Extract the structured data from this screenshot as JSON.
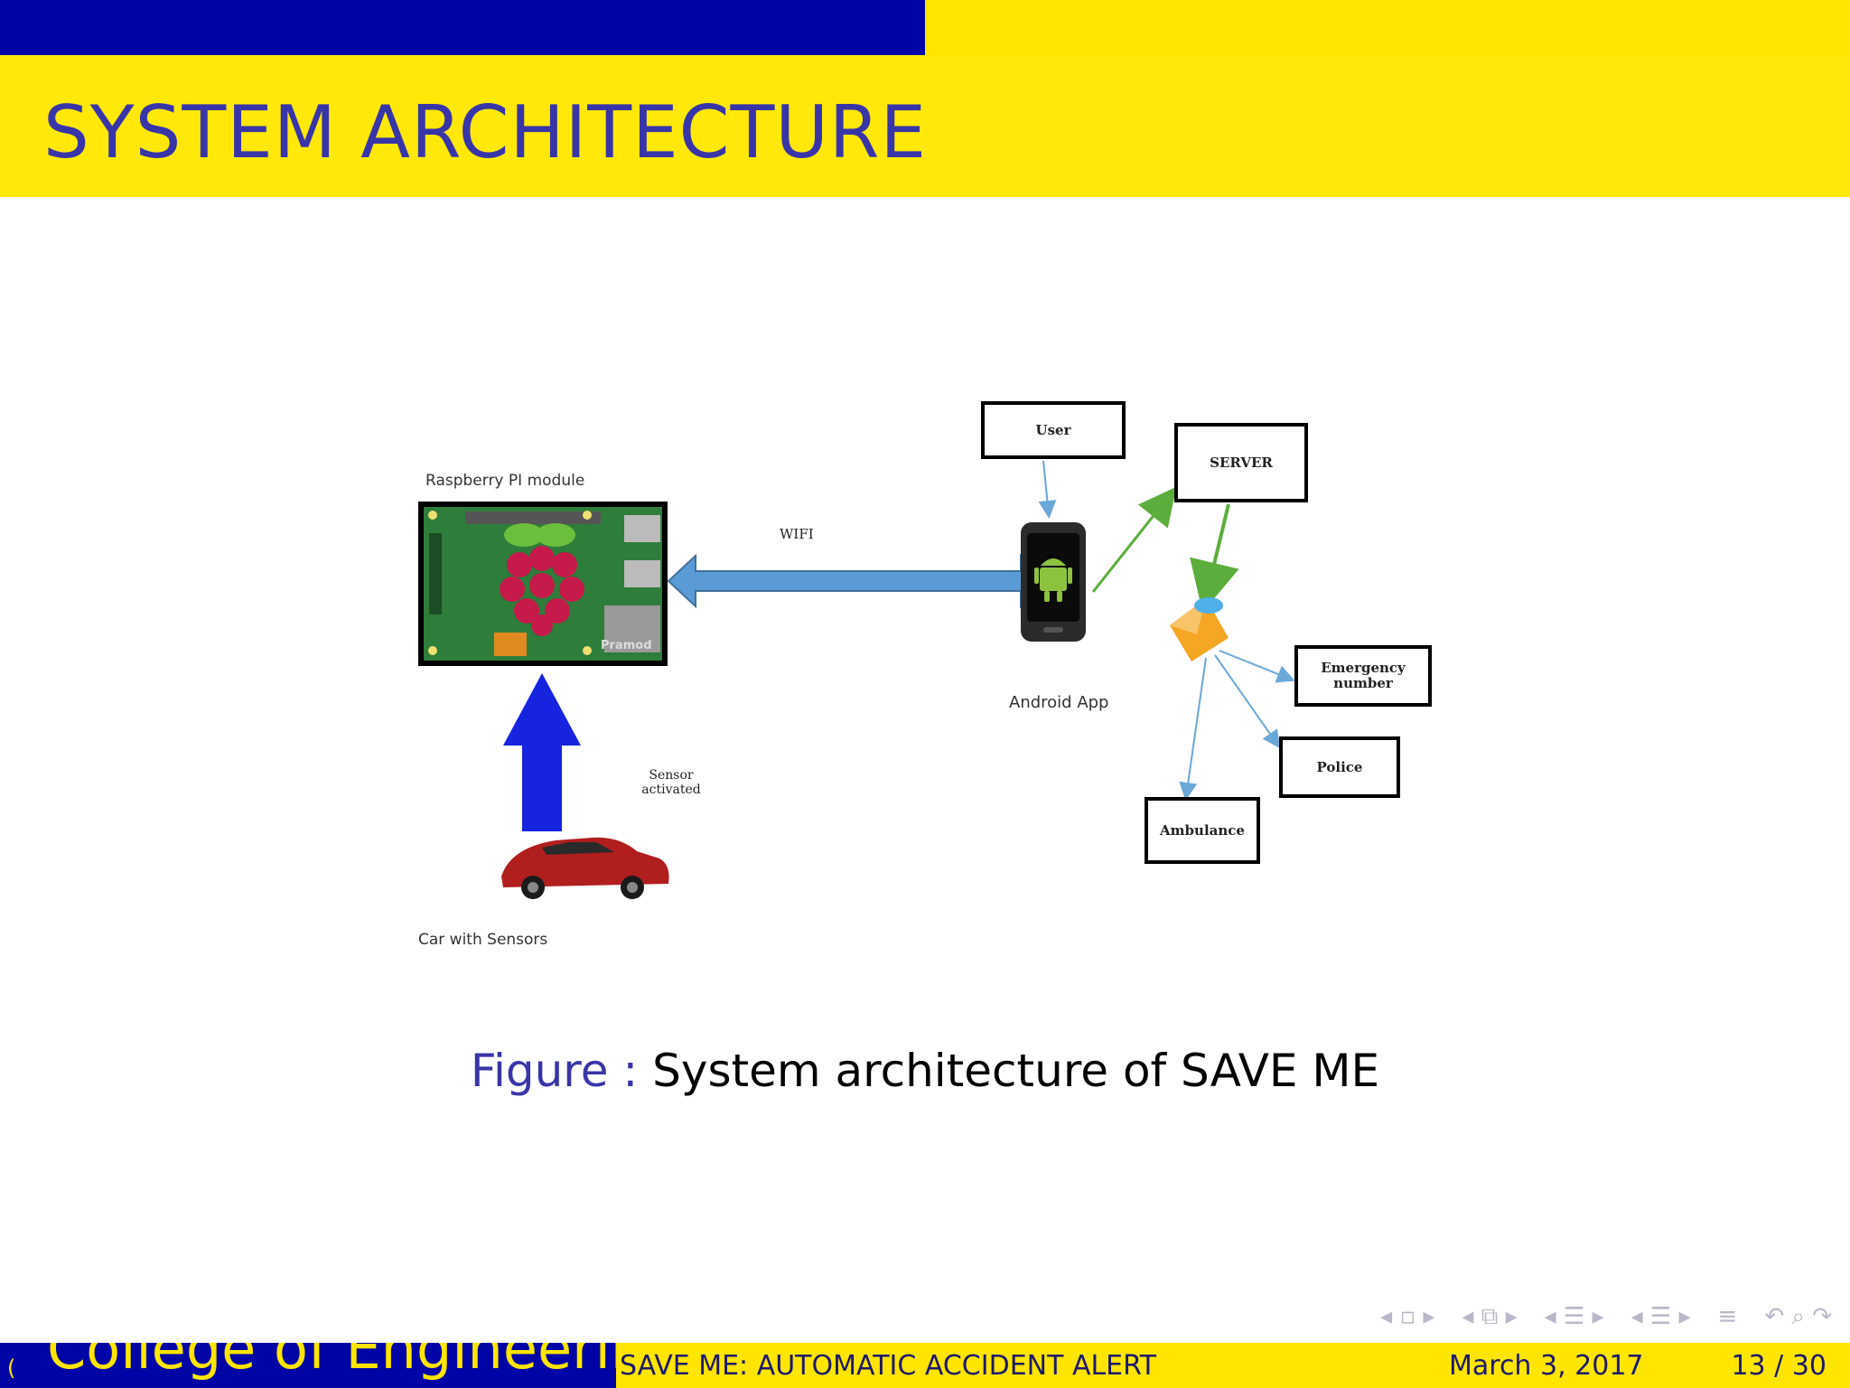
{
  "slide": {
    "title": "SYSTEM ARCHITECTURE"
  },
  "diagram": {
    "raspberry_label": "Raspberry PI module",
    "raspberry_board_text": "Pramod",
    "wifi_label": "WIFI",
    "sensor_label_line1": "Sensor",
    "sensor_label_line2": "activated",
    "car_label": "Car with Sensors",
    "android_label": "Android App",
    "user_box": "User",
    "server_box": "SERVER",
    "emergency_box_line1": "Emergency",
    "emergency_box_line2": "number",
    "police_box": "Police",
    "ambulance_box": "Ambulance"
  },
  "caption": {
    "label": "Figure :",
    "text": "System architecture of SAVE ME"
  },
  "footer": {
    "paren": "(",
    "institution": "College of Engineering, Chertala",
    "title": "SAVE ME: AUTOMATIC ACCIDENT ALERT",
    "date": "March 3, 2017",
    "page": "13 / 30"
  },
  "nav_icons": [
    "nav-frame-icon",
    "nav-subsection-icon",
    "nav-section-icon",
    "nav-list-icon",
    "nav-align-icon",
    "nav-search-icon"
  ]
}
